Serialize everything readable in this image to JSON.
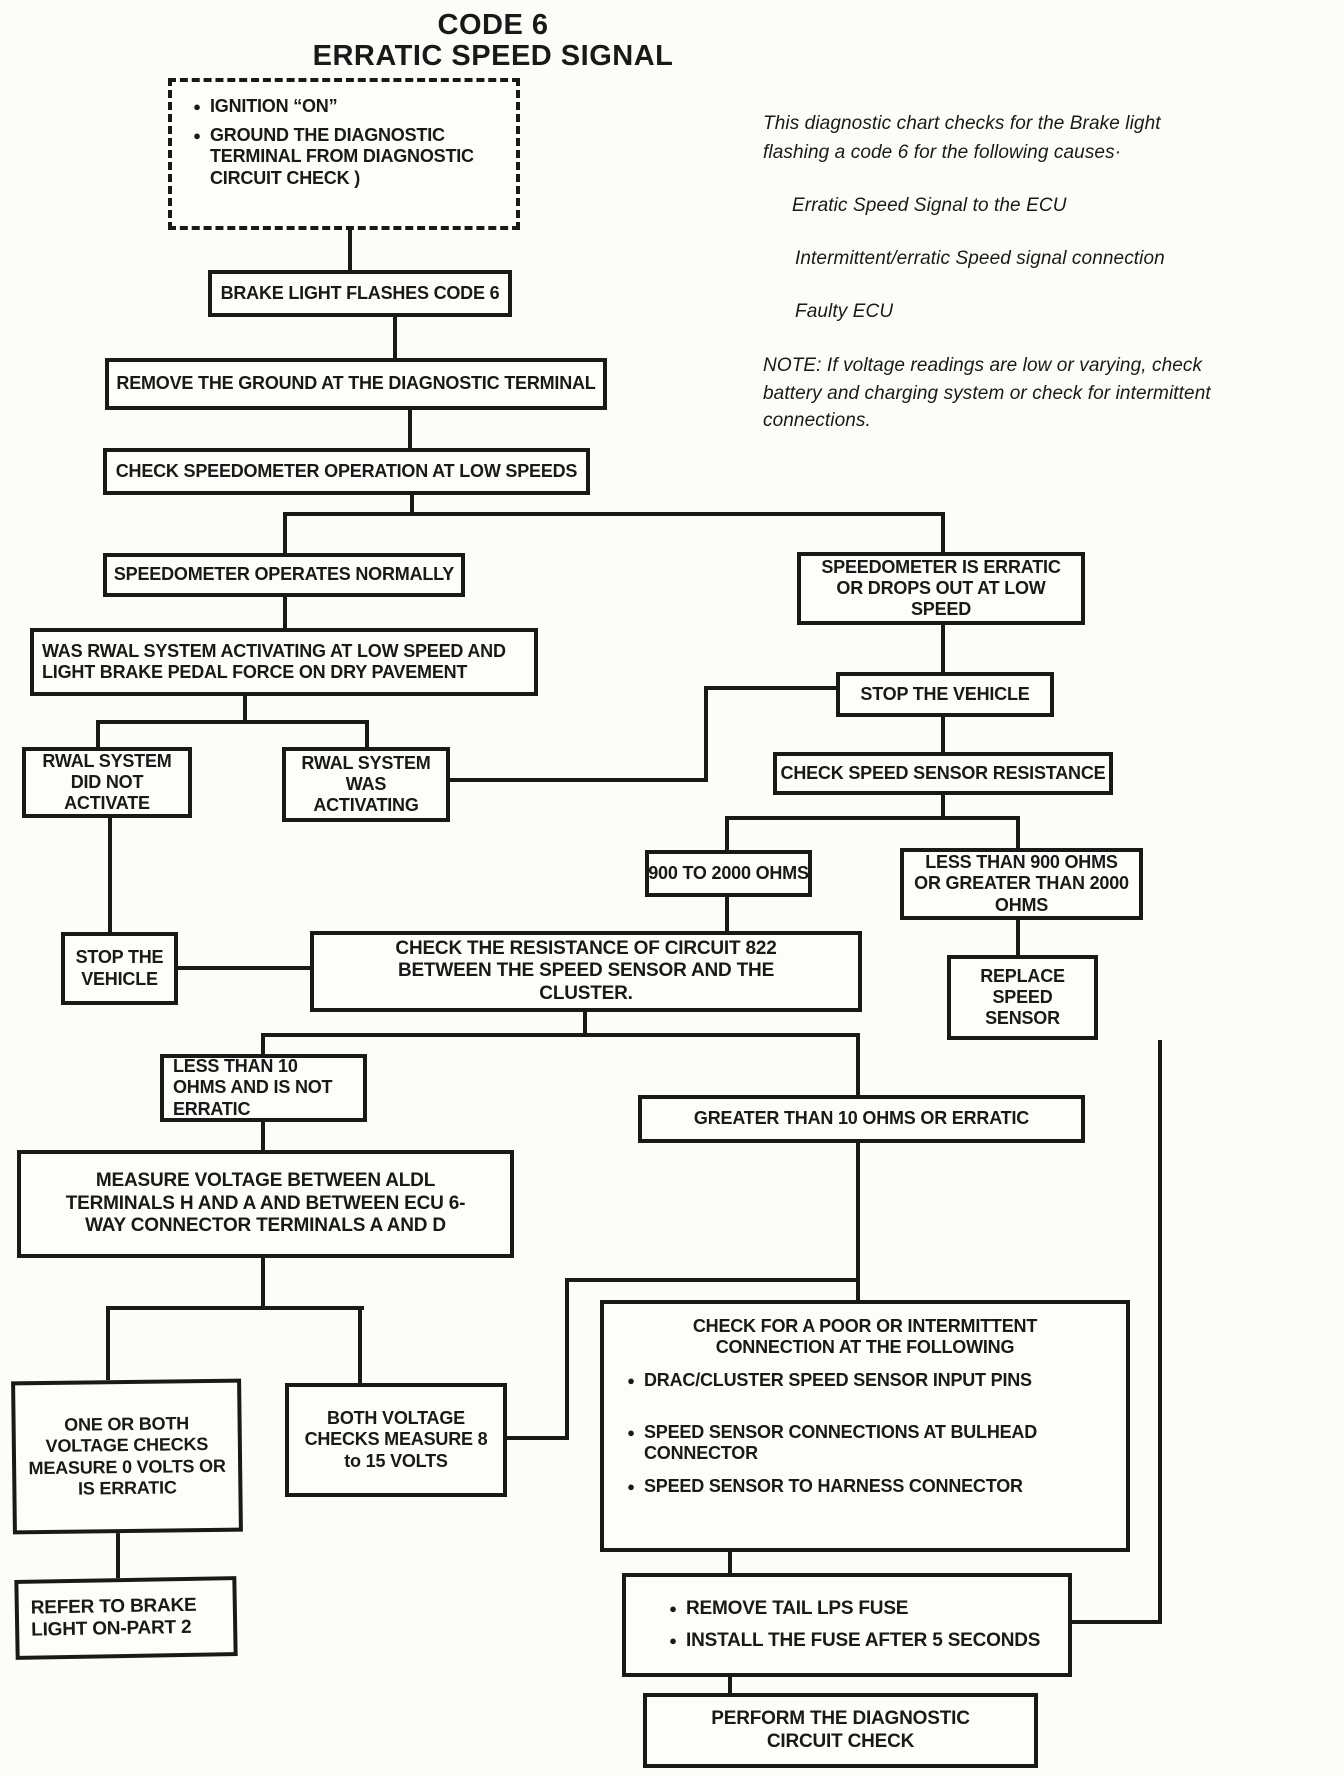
{
  "title": {
    "line1": "CODE 6",
    "line2": "ERRATIC SPEED SIGNAL"
  },
  "side_notes": {
    "intro": "This diagnostic chart checks for the Brake light flashing a code 6 for the following causes·",
    "causes": [
      "Erratic Speed Signal to the ECU",
      "Intermittent/erratic Speed signal connection",
      "Faulty ECU"
    ],
    "note": "NOTE: If voltage readings are low or varying, check battery and charging system or check for  intermittent connections."
  },
  "nodes": {
    "preconditions": {
      "bullets": [
        "IGNITION “ON”",
        "GROUND THE DIAGNOSTIC TERMINAL FROM  DIAGNOSTIC CIRCUIT CHECK )"
      ]
    },
    "brake_light_flashes": "BRAKE LIGHT FLASHES CODE 6",
    "remove_ground": "REMOVE THE GROUND AT THE DIAGNOSTIC TERMINAL",
    "check_speedometer": "CHECK SPEEDOMETER  OPERATION AT LOW SPEEDS",
    "speedometer_normal": "SPEEDOMETER OPERATES NORMALLY",
    "speedometer_erratic": "SPEEDOMETER IS ERRATIC OR DROPS OUT AT LOW SPEED",
    "was_rwal_activating": "WAS RWAL SYSTEM ACTIVATING AT LOW SPEED AND LIGHT BRAKE PEDAL FORCE ON DRY PAVEMENT",
    "stop_vehicle_right": "STOP THE VEHICLE",
    "check_speed_sensor_resistance": "CHECK SPEED SENSOR RESISTANCE",
    "rwal_did_not_activate": "RWAL SYSTEM DID NOT ACTIVATE",
    "rwal_was_activating": "RWAL SYSTEM WAS ACTIVATING",
    "ohms_900_to_2000": "900 TO 2000 OHMS",
    "ohms_out_of_range": "LESS THAN 900 OHMS OR GREATER THAN 2000 OHMS",
    "stop_vehicle_left": "STOP THE VEHICLE",
    "check_circuit_822": "CHECK THE RESISTANCE OF CIRCUIT 822 BETWEEN THE SPEED SENSOR AND THE CLUSTER.",
    "replace_speed_sensor": "REPLACE SPEED SENSOR",
    "less_than_10_ohms": "LESS THAN 10 OHMS AND IS NOT ERRATIC",
    "greater_than_10_ohms": "GREATER THAN 10 OHMS OR ERRATIC",
    "measure_voltage": "MEASURE VOLTAGE BETWEEN ALDL TERMINALS H AND A AND BETWEEN ECU 6-WAY CONNECTOR TERMINALS A AND D",
    "check_poor_connection": {
      "heading": "CHECK FOR A POOR OR INTERMITTENT CONNECTION  AT THE FOLLOWING",
      "bullets": [
        "DRAC/CLUSTER SPEED SENSOR INPUT PINS",
        "SPEED SENSOR CONNECTIONS AT BULHEAD CONNECTOR",
        "SPEED SENSOR TO HARNESS CONNECTOR"
      ]
    },
    "one_or_both_zero_volts": "ONE OR BOTH VOLTAGE CHECKS MEASURE 0 VOLTS OR IS ERRATIC",
    "both_8_to_15_volts": "BOTH VOLTAGE CHECKS MEASURE 8 to 15 VOLTS",
    "refer_brake_light_part2": "REFER TO BRAKE LIGHT ON-PART 2",
    "fuse_cycle": {
      "bullets": [
        "REMOVE TAIL LPS FUSE",
        "INSTALL THE FUSE AFTER 5 SECONDS"
      ]
    },
    "perform_diagnostic_check": "PERFORM THE DIAGNOSTIC CIRCUIT CHECK"
  }
}
